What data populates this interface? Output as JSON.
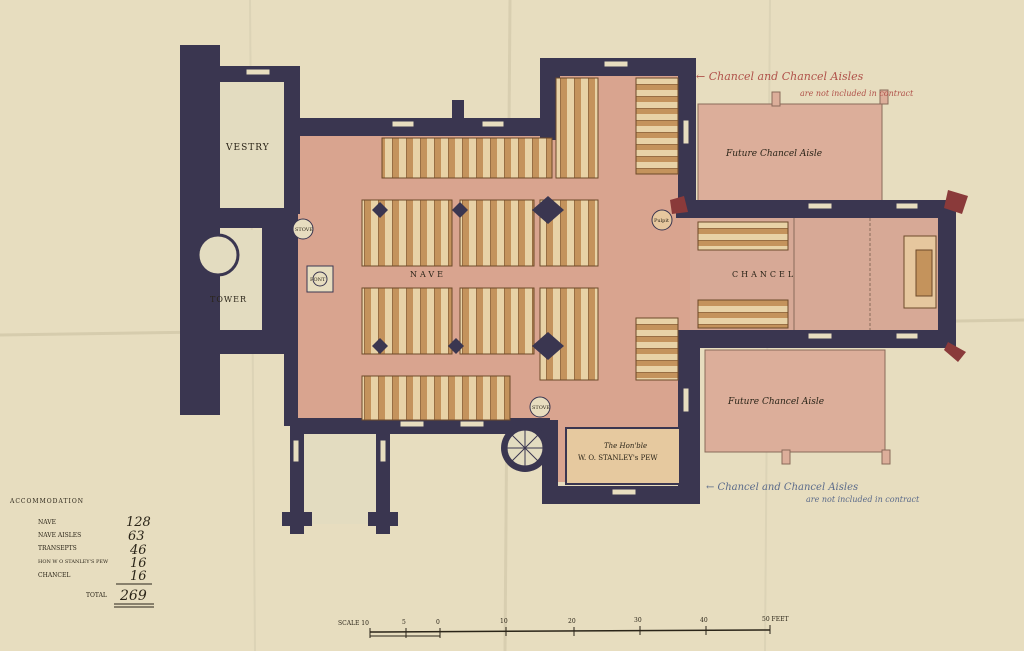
{
  "labels": {
    "vestry": "VESTRY",
    "tower": "TOWER",
    "nave": "NAVE",
    "chancel": "CHANCEL",
    "stove_1": "STOVE",
    "stove_2": "STOVE",
    "font": "FONT",
    "future_aisle_north": "Future Chancel Aisle",
    "future_aisle_south": "Future Chancel Aisle",
    "stanley_pew_line1": "The Hon'ble",
    "stanley_pew_line2": "W. O. STANLEY's PEW",
    "pulpit": "Pulpit"
  },
  "notes": {
    "north": "← Chancel and Chancel Aisles",
    "north_sub": "are not included in contract",
    "south": "← Chancel and Chancel Aisles",
    "south_sub": "are not included in contract"
  },
  "accommodation": {
    "heading": "ACCOMMODATION",
    "rows": [
      {
        "label": "NAVE",
        "value": "128"
      },
      {
        "label": "NAVE AISLES",
        "value": "63"
      },
      {
        "label": "TRANSEPTS",
        "value": "46"
      },
      {
        "label": "HON W O STANLEY'S PEW",
        "value": "16"
      },
      {
        "label": "CHANCEL",
        "value": "16"
      }
    ],
    "total_label": "TOTAL",
    "total_value": "269"
  },
  "scale": {
    "label": "SCALE 10",
    "ticks": [
      "5",
      "0",
      "10",
      "20",
      "30",
      "40",
      "50 FEET"
    ]
  },
  "colors": {
    "paper": "#e7ddbf",
    "wall": "#3a3650",
    "floor": "#d9a48f",
    "pew": "#c99a62",
    "future": "#dcaf9c",
    "red_note": "#b0524a"
  }
}
